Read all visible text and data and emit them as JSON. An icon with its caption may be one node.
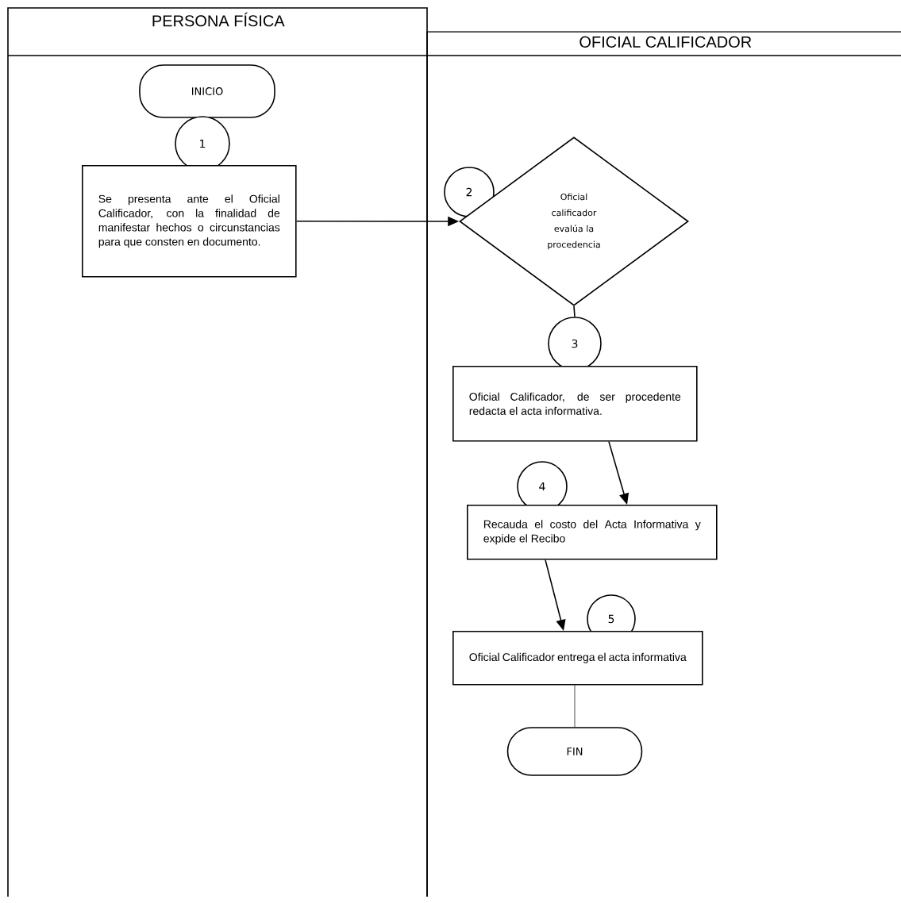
{
  "diagram": {
    "nodes": [
      {
        "text": [
          "PERSONA FÍSICA"
        ]
      },
      {
        "text": [
          "OFICIAL CALIFICADOR"
        ]
      },
      {
        "text": [
          "INICIO"
        ],
        "in": 0
      },
      {
        "text": [
          "1"
        ],
        "in": 0
      },
      {
        "text": [
          "Se presenta ante el Oficial Calificador, con la finalidad de manifestar hechos o circunstancias para que consten en documento."
        ],
        "in": 0
      },
      {
        "text": [
          "2"
        ],
        "in": 1
      },
      {
        "text": [
          "Oficial calificador evalúa la procedencia"
        ],
        "in": 1
      },
      {
        "text": [
          "3"
        ],
        "in": 1
      },
      {
        "text": [
          "Oficial Calificador, de ser procedente redacta el acta informativa."
        ],
        "in": 1
      },
      {
        "text": [
          "4"
        ],
        "in": 1
      },
      {
        "text": [
          "Recauda el costo del Acta Informativa y expide el Recibo"
        ],
        "in": 1
      },
      {
        "text": [
          "5"
        ],
        "in": 1
      },
      {
        "text": [
          "Oficial Calificador entrega el acta informativa"
        ],
        "in": 1
      },
      {
        "text": [
          "FIN"
        ],
        "in": 1
      }
    ],
    "edges": [
      {
        "from": 4,
        "to": 6,
        "arrow": "to"
      },
      {
        "from": 6,
        "to": 7,
        "arrow": "none"
      },
      {
        "from": 8,
        "to": 10,
        "arrow": "to"
      },
      {
        "from": 10,
        "to": 12,
        "arrow": "to"
      },
      {
        "from": 12,
        "to": 13,
        "arrow": "none"
      }
    ]
  }
}
